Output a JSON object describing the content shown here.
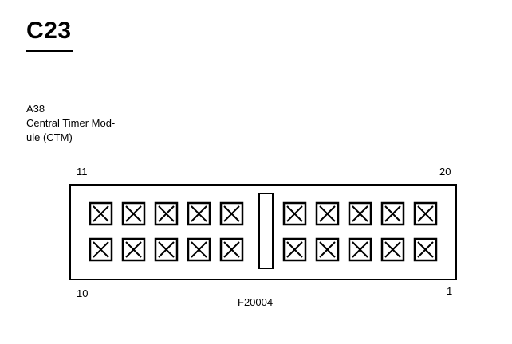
{
  "connector": {
    "id": "C23",
    "component_ref": "A38",
    "component_name_line1": "Central Timer Mod-",
    "component_name_line2": "ule (CTM)"
  },
  "pins": {
    "top_left": "11",
    "top_right": "20",
    "bottom_left": "10",
    "bottom_right": "1",
    "cavities_per_row_per_side": 5,
    "rows": 2,
    "cavity_state": "empty"
  },
  "figure_code": "F20004"
}
